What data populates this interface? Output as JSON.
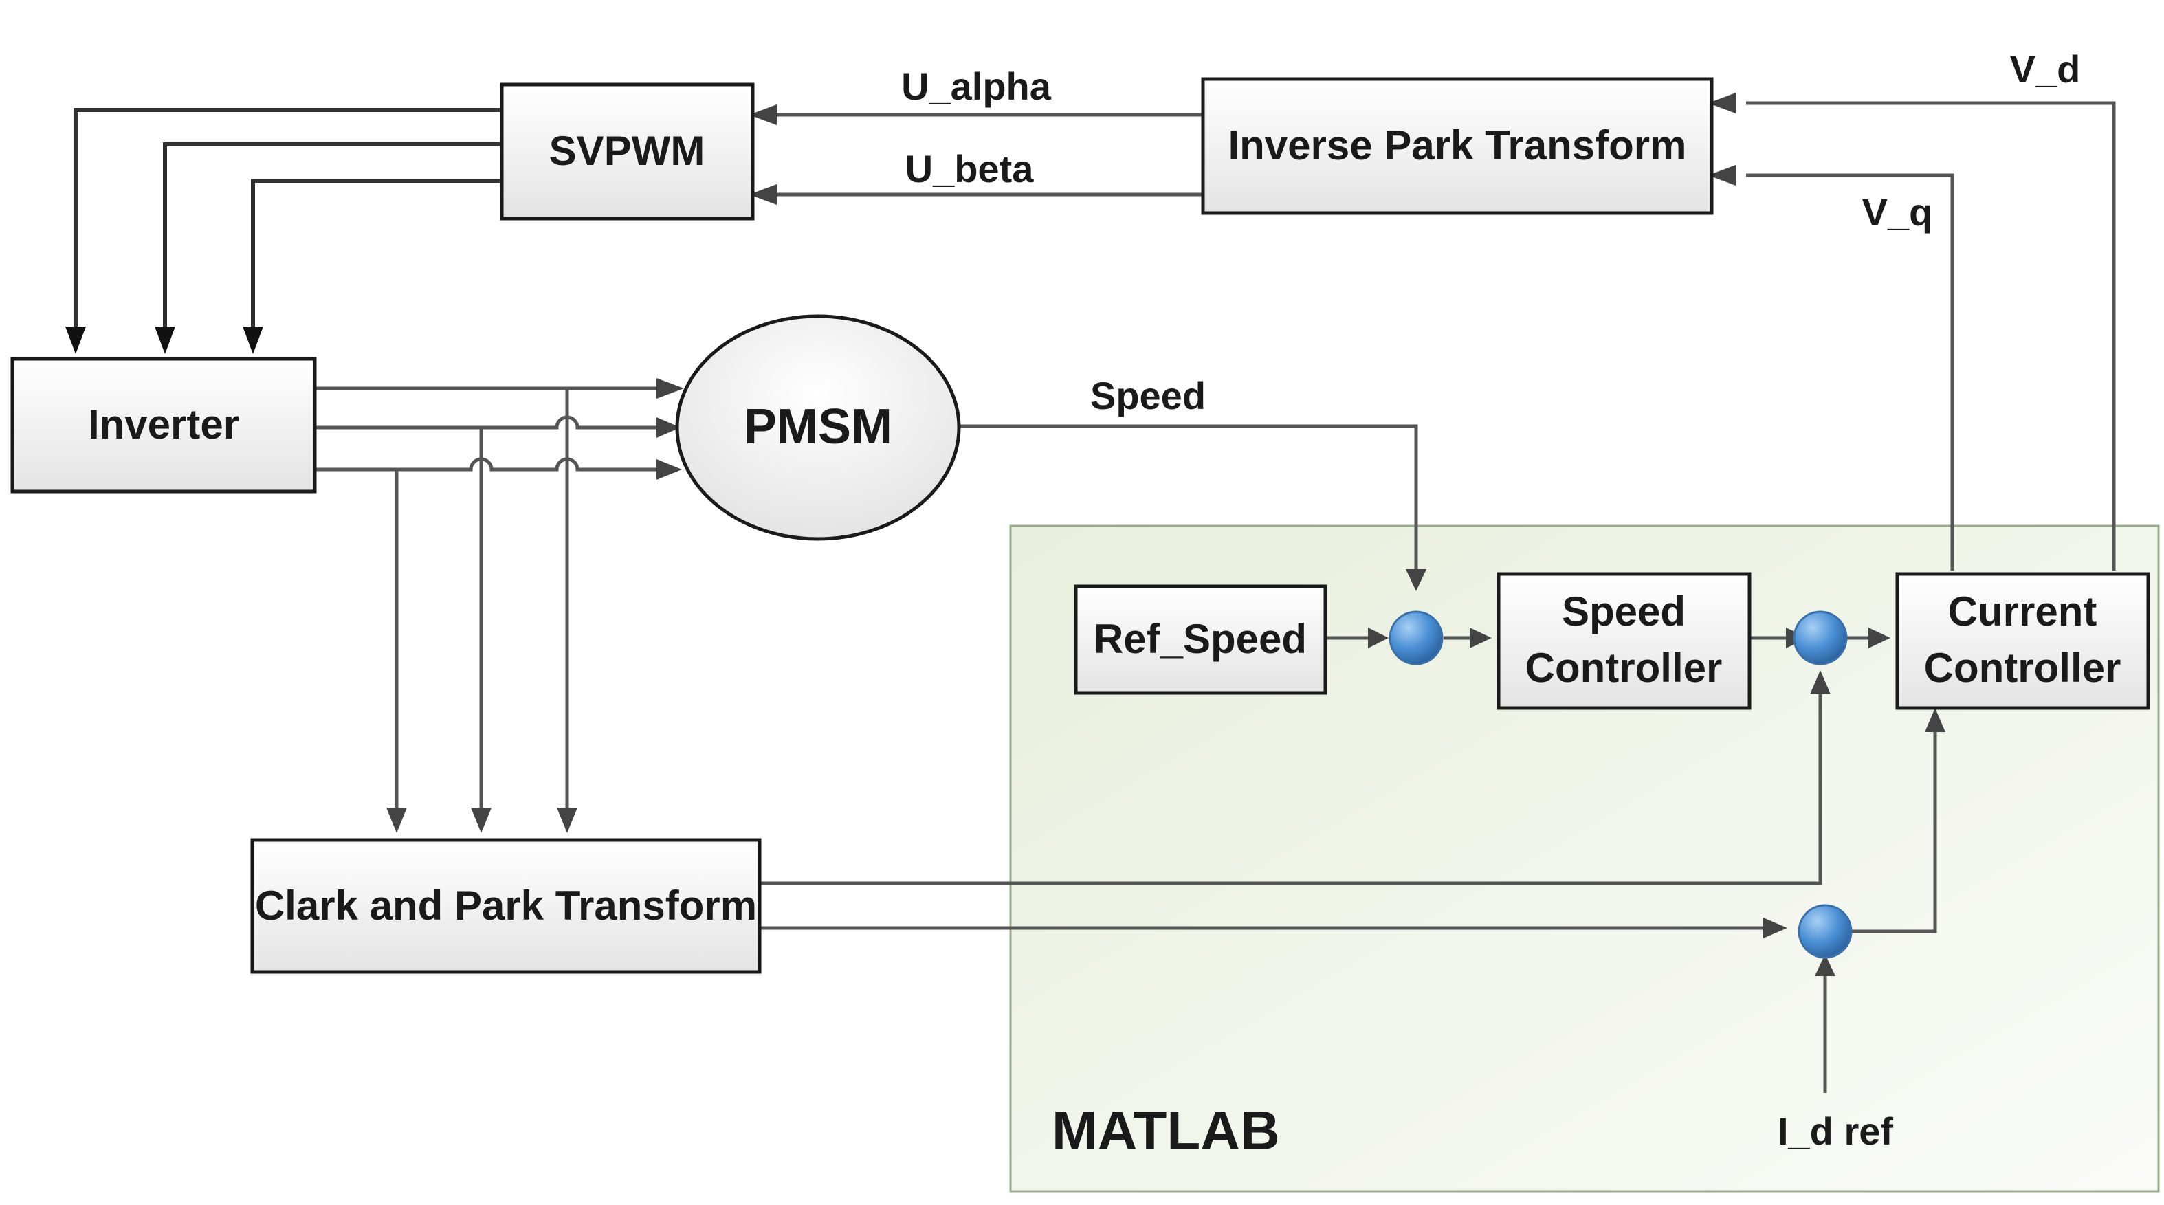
{
  "blocks": {
    "svpwm": "SVPWM",
    "inverse_park": "Inverse Park Transform",
    "inverter": "Inverter",
    "pmsm": "PMSM",
    "ref_speed": "Ref_Speed",
    "speed_controller": [
      "Speed",
      "Controller"
    ],
    "current_controller": [
      "Current",
      "Controller"
    ],
    "clark_park": "Clark and Park Transform"
  },
  "signals": {
    "u_alpha": "U_alpha",
    "u_beta": "U_beta",
    "v_d": "V_d",
    "v_q": "V_q",
    "speed": "Speed",
    "i_d_ref": "I_d ref"
  },
  "region": {
    "matlab": "MATLAB"
  },
  "colors": {
    "summing_junction": "#4a8fd4",
    "matlab_region": "#eef3e6"
  }
}
